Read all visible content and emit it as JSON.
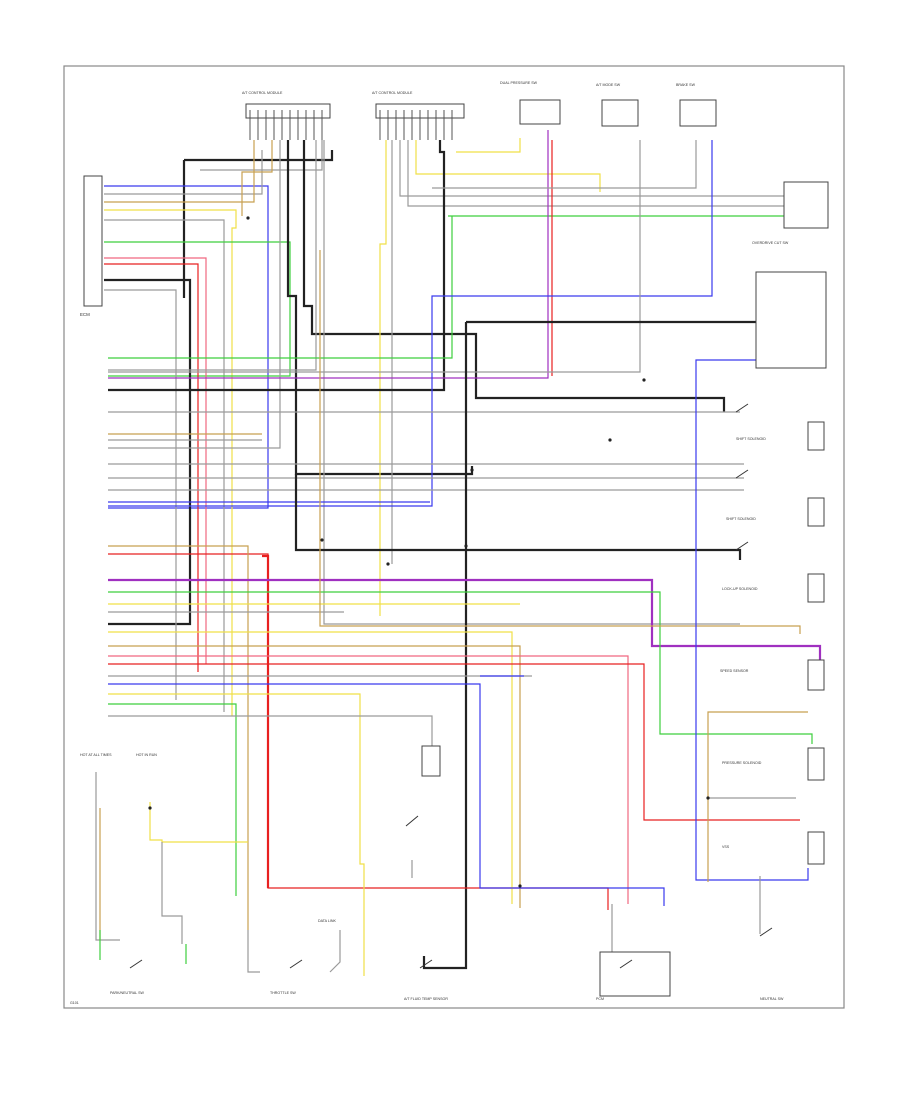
{
  "diagram": {
    "wire_colors": {
      "BLK": "#222222",
      "GRY": "#9a9a9a",
      "RED": "#e82020",
      "BLU": "#3a3aee",
      "GRN": "#3ecf3e",
      "YEL": "#f0e048",
      "TAN": "#c8a050",
      "VIO": "#a030c0",
      "PNK": "#f06880",
      "LT_GRN": "#9fe09f"
    },
    "labels": {
      "top_connector_1": "A/T CONTROL MODULE",
      "top_connector_2": "A/T CONTROL MODULE",
      "top_component_3": "DUAL PRESSURE SW",
      "top_component_4": "A/T MODE SW",
      "top_component_5": "BRAKE SW",
      "ecm": "ECM",
      "right_comp_1": "OVERDRIVE CUT SW",
      "right_comp_2": "SHIFT SOLENOID",
      "right_comp_3": "SHIFT SOLENOID",
      "right_comp_4": "LOCK-UP SOLENOID",
      "right_comp_5": "SPEED SENSOR",
      "right_comp_6": "PRESSURE SOLENOID",
      "right_comp_7": "VSS",
      "bottom_1": "PARK/NEUTRAL SW",
      "bottom_2": "THROTTLE SW",
      "bottom_3": "DATA LINK",
      "bottom_4": "A/T FLUID TEMP SENSOR",
      "bottom_5": "PCM",
      "bottom_6": "NEUTRAL SW",
      "fuse_1": "HOT AT ALL TIMES",
      "fuse_2": "HOT IN RUN",
      "ground": "G101"
    }
  }
}
